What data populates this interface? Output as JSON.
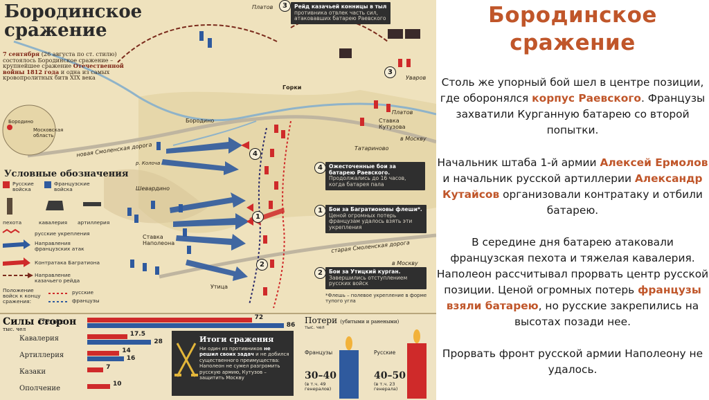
{
  "map": {
    "title_line1": "Бородинское",
    "title_line2": "сражение",
    "intro_date": "7 сентября",
    "intro_rest": "(26 августа по ст. стилю) состоялось Бородинское сражение – крупнейшее сражение",
    "intro_war": "Отечественной войны 1812 года",
    "intro_end": "и одна из самых кровопролитных битв XIX века",
    "callouts": {
      "c3_title": "Рейд казачьей конницы в тыл",
      "c3_body": "противника отвлек часть сил, атаковавших батарею Раевского",
      "c4_title": "Ожесточенные бои за батарею Раевского.",
      "c4_body": "Продолжались до 16 часов, когда батарея пала",
      "c1_title": "Бои за Багратионовы флеши*.",
      "c1_body": "Ценой огромных потерь французам удалось взять эти укрепления",
      "c2_title": "Бои за Утицкий курган.",
      "c2_body": "Завершились отступлением русских войск",
      "footnote": "*Флешь – полевое укрепление в форме тупого угла"
    },
    "places": {
      "platov_top": "Платов",
      "uvarov": "Уваров",
      "gorki": "Горки",
      "platov_mid": "Платов",
      "hq_kutuzov": "Ставка Кутузова",
      "to_moscow": "в Москву",
      "tatarinovo": "Татариново",
      "borodino": "Бородино",
      "borodino_region": "Бородино",
      "moscow_region": "Московская область",
      "new_road": "новая Смоленская дорога",
      "koloch": "р. Колоча",
      "shevardino": "Шевардино",
      "hq_napoleon": "Ставка Наполеона",
      "old_road": "старая Смоленская дорога",
      "to_moscow2": "в Москву",
      "utitsa": "Утица"
    },
    "legend": {
      "title": "Условные обозначения",
      "russian": "Русские войска",
      "french": "Французские войска",
      "infantry": "пехота",
      "cavalry": "кавалерия",
      "artillery": "артиллерия",
      "fortifications": "русские укрепления",
      "french_attacks": "Направления французских атак",
      "bagration": "Контратака Багратиона",
      "cossack": "Направление казачьего рейда",
      "positions": "Положение войск к концу сражения:",
      "pos_ru": "русские",
      "pos_fr": "французы"
    }
  },
  "forces": {
    "heading": "Силы сторон",
    "unit": "тыс. чел",
    "rows": [
      {
        "label": "Пехота",
        "ru": 72,
        "fr": 86
      },
      {
        "label": "Кавалерия",
        "ru": 17.5,
        "fr": 28
      },
      {
        "label": "Артиллерия",
        "ru": 14,
        "fr": 16
      },
      {
        "label": "Казаки",
        "ru": 7,
        "fr": 0
      },
      {
        "label": "Ополчение",
        "ru": 10,
        "fr": 0
      }
    ]
  },
  "results": {
    "title": "Итоги сражения",
    "body_a": "Ни один из противников",
    "body_b": "не решил своих задач",
    "body_c": "и не добился существенного преимущества: Наполеон не сумел разгромить русскую армию, Кутузов – защитить Москву"
  },
  "losses": {
    "title": "Потери",
    "subtitle": "(убитыми и ранеными)",
    "unit": "тыс. чел",
    "french_label": "Французы",
    "french_value": "30–40",
    "french_note": "(в т.ч. 49 генералов)",
    "russian_label": "Русские",
    "russian_value": "40–50",
    "russian_note": "(в т.ч. 23 генерала)"
  },
  "colors": {
    "russian": "#cf2a2a",
    "french": "#2f5a9e",
    "accent": "#c0562a",
    "callout_bg": "#2f2f2f"
  },
  "slide": {
    "title_line1": "Бородинское",
    "title_line2": "сражение",
    "p1_a": "Столь же упорный бой шел в центре позиции, где оборонялся ",
    "p1_hl": "корпус Раевского",
    "p1_b": ". Французы захватили Курганную батарею со второй попытки.",
    "p2_a": "Начальник штаба 1-й армии ",
    "p2_hl1": "Алексей Ермолов",
    "p2_b": " и начальник русской артиллерии ",
    "p2_hl2": "Александр Кутайсов",
    "p2_c": " организовали контратаку и отбили батарею.",
    "p3_a": "В середине дня батарею атаковали французская пехота и тяжелая кавалерия. Наполеон рассчитывал прорвать центр русской позиции. Ценой огромных потерь ",
    "p3_hl": "французы взяли батарею",
    "p3_b": ", но русские закрепились на высотах позади нее.",
    "p4": "Прорвать фронт русской армии Наполеону не удалось."
  }
}
